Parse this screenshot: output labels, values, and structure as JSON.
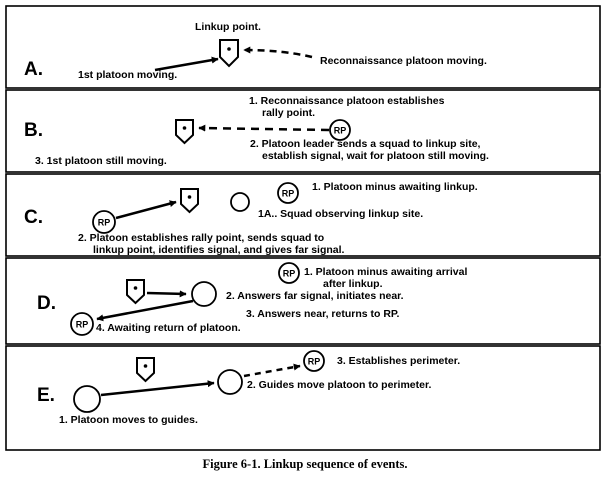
{
  "caption": "Figure 6-1. Linkup sequence of events.",
  "symbols": {
    "rally_point": "RP"
  },
  "icons": [
    "platoon-symbol-icon",
    "squad-circle-icon",
    "rally-point-icon",
    "arrow-icon"
  ],
  "panels": [
    {
      "letter": "A.",
      "labels": [
        "Linkup point.",
        "Reconnaissance platoon moving.",
        "1st platoon moving."
      ]
    },
    {
      "letter": "B.",
      "labels": [
        "1. Reconnaissance platoon establishes",
        "rally point.",
        "2. Platoon leader sends a squad to linkup site,",
        "establish signal, wait for platoon still moving.",
        "3. 1st platoon still moving."
      ]
    },
    {
      "letter": "C.",
      "labels": [
        "1. Platoon minus awaiting linkup.",
        "1A.. Squad observing linkup site.",
        "2. Platoon establishes rally point, sends squad to",
        "linkup point, identifies signal, and gives far signal."
      ]
    },
    {
      "letter": "D.",
      "labels": [
        "1. Platoon minus awaiting arrival",
        "after linkup.",
        "2. Answers far signal, initiates near.",
        "3. Answers near, returns to RP.",
        "4. Awaiting return of platoon."
      ]
    },
    {
      "letter": "E.",
      "labels": [
        "3. Establishes  perimeter.",
        "2. Guides move platoon to perimeter.",
        "1. Platoon moves to guides."
      ]
    }
  ]
}
